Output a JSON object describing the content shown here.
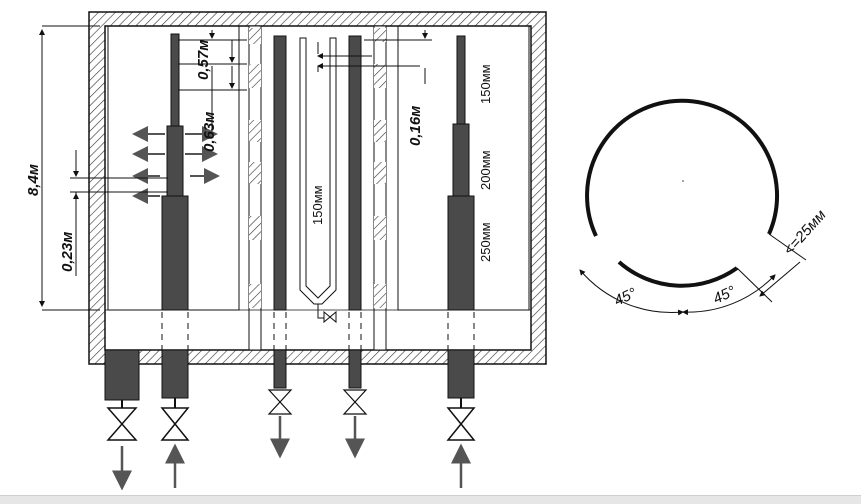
{
  "labels": {
    "total_height": "8,4м",
    "gap_top": "0,57м",
    "gap_second": "0,63м",
    "gap_right": "0,16м",
    "gap_left": "0,23м",
    "center_length": "150мм",
    "seg_150": "150мм",
    "seg_200": "200мм",
    "seg_250": "250мм",
    "angle_left": "45°",
    "angle_right": "45°",
    "gap_arc": "<=25мм"
  },
  "colors": {
    "hatch": "#333333",
    "electrode": "#4a4a4a",
    "line": "#111111"
  }
}
